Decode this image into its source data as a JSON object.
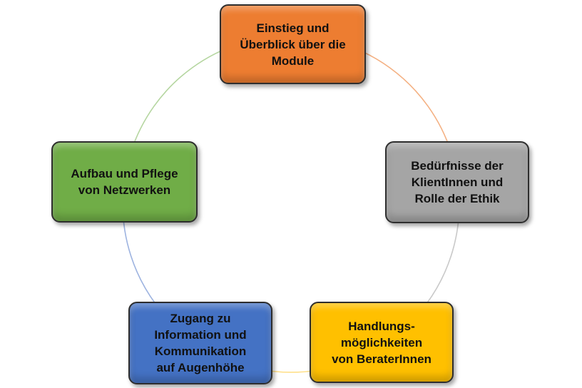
{
  "diagram": {
    "nodes": [
      {
        "label": "Einstieg und\nÜberblick über die\nModule",
        "color": "#ED7D31"
      },
      {
        "label": "Bedürfnisse der\nKlientInnen und\nRolle der Ethik",
        "color": "#A5A5A5"
      },
      {
        "label": "Handlungs-\nmöglichkeiten\nvon BeraterInnen",
        "color": "#FFC000"
      },
      {
        "label": "Zugang zu\nInformation und\nKommunikation\nauf Augenhöhe",
        "color": "#4472C4"
      },
      {
        "label": "Aufbau und Pflege\nvon Netzwerken",
        "color": "#70AD47"
      }
    ],
    "ring_colors": [
      "#F4B183",
      "#C9C9C9",
      "#FFE08A",
      "#9DB3E0",
      "#B5D6A0"
    ]
  }
}
